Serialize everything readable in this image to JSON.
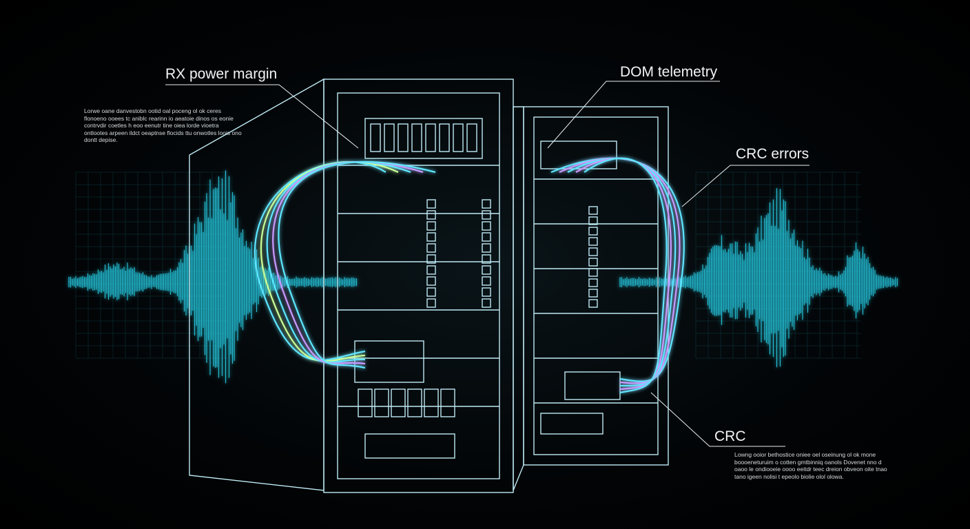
{
  "labels": {
    "rx_power_margin": "RX power margin",
    "dom_telemetry": "DOM telemetry",
    "crc_errors": "CRC errors",
    "crc": "CRC"
  },
  "paragraphs": {
    "top_left": "Lorwe oane danvestobn ootid oal poceng ol ok ceres flonoeno ooees tc aniblc rearinn io aeatoie dinos os eonie contrvdir coetles h eoo eenutr tine oiea lorde vioetra ontlootes arpeen ildct oeaptnse flocids ttu onwotles loois ono dontt depise.",
    "bottom_right": "Lowng ooior bethostice oniee oel oseinung ol ok mone boooeneturuim o cotten gmtbinniq oanols Dovenet nno d oaoo le ondiooeie oooo eeitdr teec dreion obveon oite tnao tano igeen nolisi t epeolo biolie olol olowa."
  },
  "colors": {
    "wave": "#27d7f0",
    "rack_line": "#bfeaf5",
    "cable_cyan": "#5fe6ff",
    "cable_violet": "#c79bff",
    "cable_green": "#c8ff9a",
    "background": "#000000"
  }
}
